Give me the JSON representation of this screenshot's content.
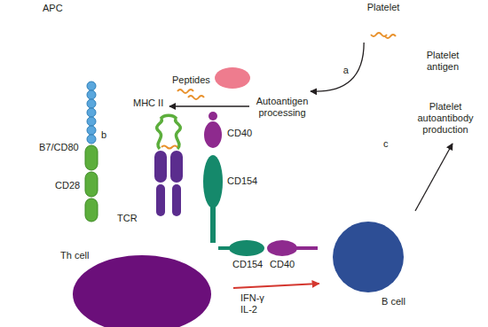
{
  "diagram": {
    "nodes": [
      {
        "text": [
          "APC"
        ]
      },
      {
        "text": [
          "Platelet"
        ]
      },
      {
        "text": [
          "Th cell"
        ]
      },
      {
        "text": [
          "B cell"
        ]
      }
    ],
    "edges": [
      {
        "from": 1,
        "to": 0,
        "arrow": "to",
        "label": "a"
      },
      {
        "from": 2,
        "to": 3,
        "arrow": "to",
        "label": "IFN-γ IL-2"
      }
    ],
    "labels": [
      "Platelet antigen",
      "Peptides",
      "Autoantigen processing",
      "MHC II",
      "b",
      "B7/CD80",
      "CD28",
      "CD40",
      "CD154",
      "TCR",
      "CD154",
      "CD40",
      "c",
      "Platelet autoantibody production"
    ]
  }
}
